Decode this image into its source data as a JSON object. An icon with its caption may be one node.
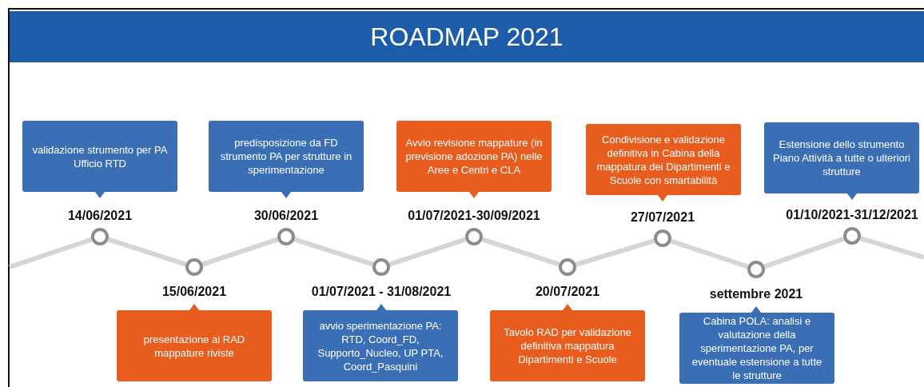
{
  "diagram": {
    "title": "ROADMAP 2021",
    "nodes": [
      {
        "text": [
          "validazione strumento per PA Ufficio RTD"
        ]
      },
      {
        "text": [
          "presentazione ai RAD mappature riviste"
        ]
      },
      {
        "text": [
          "predisposizione da FD strumento PA per strutture in sperimentazione"
        ]
      },
      {
        "text": [
          "avvio sperimentazione PA: RTD, Coord_FD, Supporto_Nucleo, UP PTA, Coord_Pasquini"
        ]
      },
      {
        "text": [
          "Avvio revisione mappature (in previsione adozione PA) nelle Aree e Centri e CLA"
        ]
      },
      {
        "text": [
          "Tavolo RAD per validazione definitiva mappatura Dipartimenti e Scuole"
        ]
      },
      {
        "text": [
          "Condivisione e validazione definitiva in Cabina della mappatura dei Dipartimenti e Scuole con smartabilità"
        ]
      },
      {
        "text": [
          "Cabina POLA: analisi e valutazione della sperimentazione PA, per eventuale estensione a tutte le strutture"
        ]
      },
      {
        "text": [
          "Estensione dello strumento Piano Attività a tutte o ulteriori strutture"
        ]
      },
      {
        "text": [],
        "shape": "circle",
        "beside": [
          "14/06/2021"
        ]
      },
      {
        "text": [],
        "shape": "circle",
        "beside": [
          "15/06/2021"
        ]
      },
      {
        "text": [],
        "shape": "circle",
        "beside": [
          "30/06/2021"
        ]
      },
      {
        "text": [],
        "shape": "circle",
        "beside": [
          "01/07/2021 - 31/08/2021"
        ]
      },
      {
        "text": [],
        "shape": "circle",
        "beside": [
          "01/07/2021-30/09/2021"
        ]
      },
      {
        "text": [],
        "shape": "circle",
        "beside": [
          "20/07/2021"
        ]
      },
      {
        "text": [],
        "shape": "circle",
        "beside": [
          "27/07/2021"
        ]
      },
      {
        "text": [],
        "shape": "circle",
        "beside": [
          "settembre 2021"
        ]
      },
      {
        "text": [],
        "shape": "circle",
        "beside": [
          "01/10/2021-31/12/2021"
        ]
      }
    ],
    "edges": [
      {
        "from": null,
        "to": 9,
        "arrow": "none"
      },
      {
        "from": 9,
        "to": 10,
        "arrow": "none"
      },
      {
        "from": 10,
        "to": 11,
        "arrow": "none"
      },
      {
        "from": 11,
        "to": 12,
        "arrow": "none"
      },
      {
        "from": 12,
        "to": 13,
        "arrow": "none"
      },
      {
        "from": 13,
        "to": 14,
        "arrow": "none"
      },
      {
        "from": 14,
        "to": 15,
        "arrow": "none"
      },
      {
        "from": 15,
        "to": 16,
        "arrow": "none"
      },
      {
        "from": 16,
        "to": 17,
        "arrow": "none"
      },
      {
        "from": 17,
        "to": null,
        "arrow": "none"
      }
    ]
  }
}
